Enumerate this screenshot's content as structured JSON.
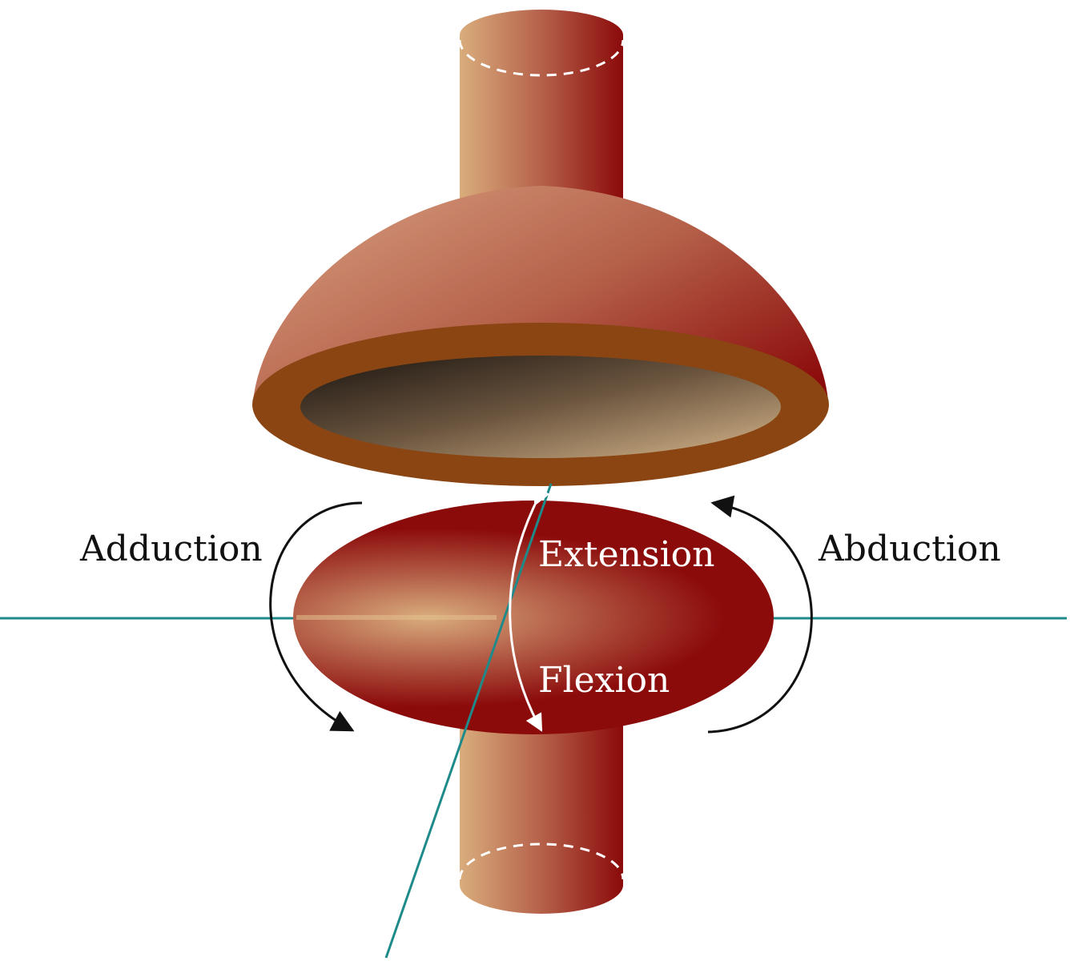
{
  "labels": {
    "adduction": "Adduction",
    "abduction": "Abduction",
    "extension": "Extension",
    "flexion": "Flexion"
  },
  "colors": {
    "background": "#ffffff",
    "axis_line": "#1f8a8a",
    "bone_light": "#d9ad7c",
    "bone_dark": "#8b0a0a",
    "socket_rim": "#8b4513",
    "socket_interior_dark": "#1a1410",
    "socket_interior_light": "#d8b88c",
    "arrow_dark": "#111111",
    "arrow_light": "#ffffff"
  }
}
